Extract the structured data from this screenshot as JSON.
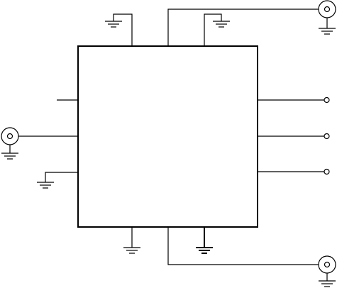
{
  "diagram": {
    "colors": {
      "stroke": "#000000",
      "background": "#ffffff"
    },
    "component": {
      "kind": "rectangular-block",
      "label": ""
    },
    "ports": {
      "left": [
        {
          "id": "left-pin-1",
          "connection": "open"
        },
        {
          "id": "left-pin-2",
          "connection": "coaxial-connector"
        },
        {
          "id": "left-pin-3",
          "connection": "ground"
        }
      ],
      "right": [
        {
          "id": "right-pin-1",
          "connection": "terminal"
        },
        {
          "id": "right-pin-2",
          "connection": "terminal"
        },
        {
          "id": "right-pin-3",
          "connection": "terminal"
        }
      ],
      "top": [
        {
          "id": "top-pin-1",
          "connection": "ground"
        },
        {
          "id": "top-pin-2",
          "connection": "coaxial-connector"
        },
        {
          "id": "top-pin-3",
          "connection": "ground"
        }
      ],
      "bottom": [
        {
          "id": "bottom-pin-1",
          "connection": "ground"
        },
        {
          "id": "bottom-pin-2",
          "connection": "coaxial-connector"
        },
        {
          "id": "bottom-pin-3",
          "connection": "ground"
        }
      ]
    },
    "symbols": {
      "ground": "ground-icon",
      "coax": "coaxial-connector-icon",
      "terminal": "open-terminal-icon"
    }
  }
}
